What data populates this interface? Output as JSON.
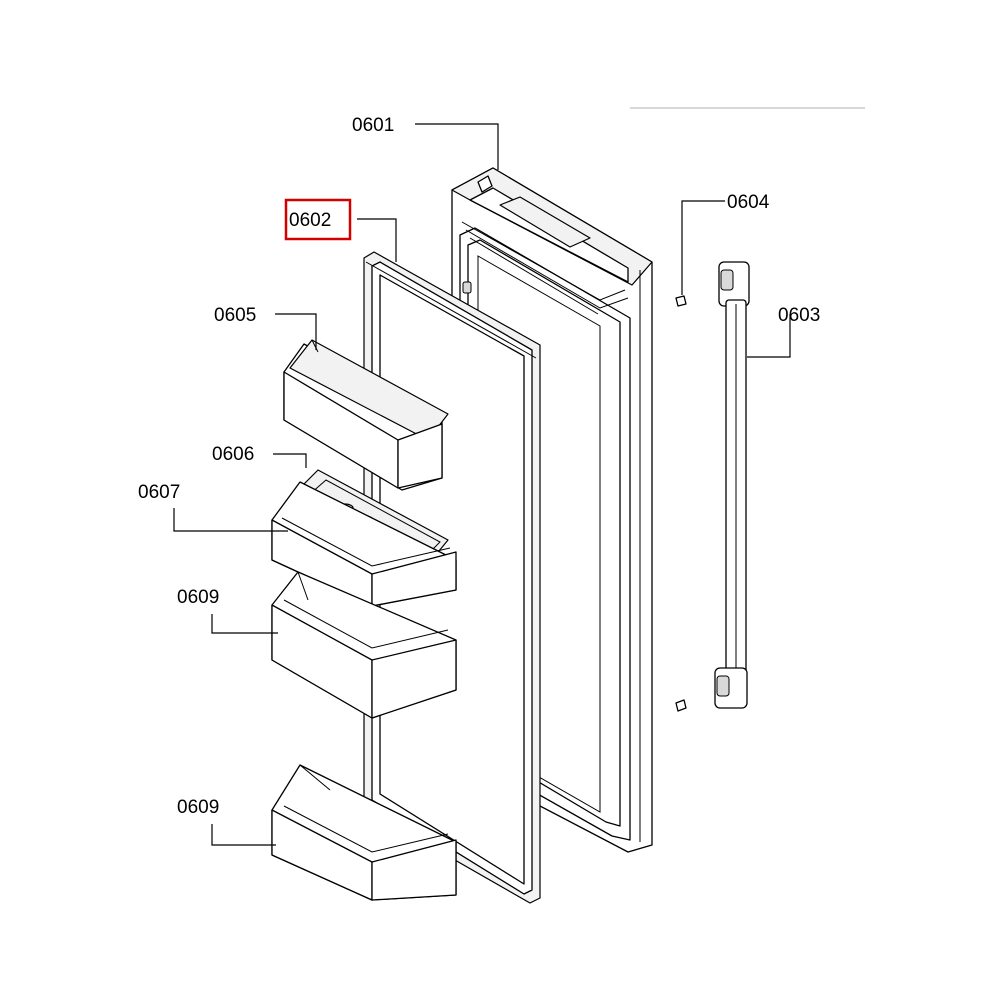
{
  "diagram": {
    "highlighted_part": "0602",
    "callouts": [
      {
        "id": "0601"
      },
      {
        "id": "0602"
      },
      {
        "id": "0603"
      },
      {
        "id": "0604"
      },
      {
        "id": "0605"
      },
      {
        "id": "0606"
      },
      {
        "id": "0607"
      },
      {
        "id": "0609"
      },
      {
        "id": "0609"
      }
    ],
    "colors": {
      "highlight": "#d40000",
      "line": "#000000",
      "background": "#ffffff"
    }
  }
}
